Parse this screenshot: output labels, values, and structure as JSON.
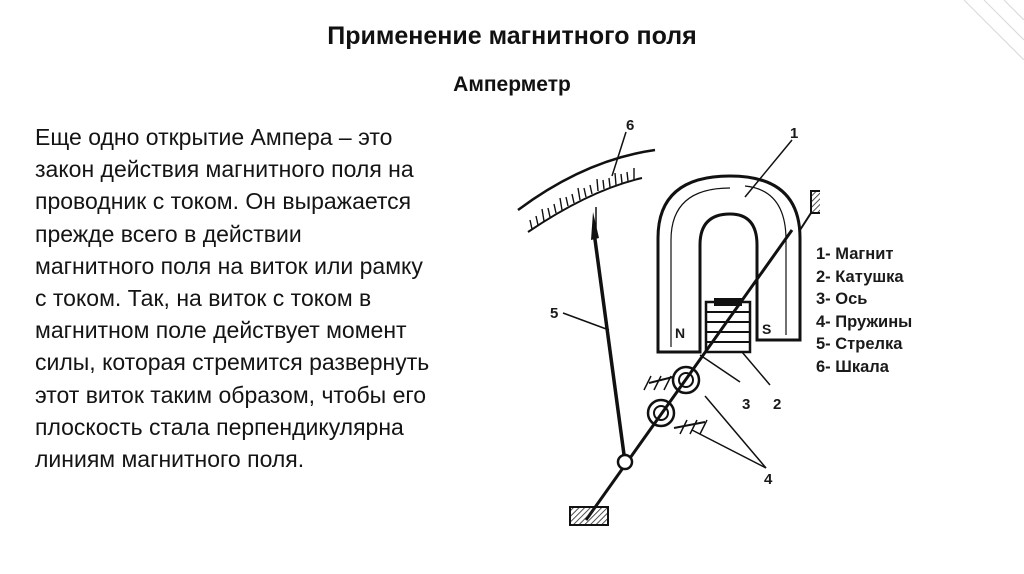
{
  "slide": {
    "title": "Применение магнитного поля",
    "subtitle": "Амперметр",
    "body_lines": [
      "Еще одно открытие Ампера – это",
      "закон действия магнитного поля на",
      "проводник с током. Он выражается",
      "прежде всего в действии",
      "магнитного поля на виток или рамку",
      "с током. Так, на виток с током в",
      "магнитном поле действует момент",
      "силы, которая стремится развернуть",
      "этот виток таким образом, чтобы его",
      "плоскость стала перпендикулярна",
      "линиям магнитного поля."
    ]
  },
  "figure": {
    "callouts": [
      "1",
      "2",
      "3",
      "4",
      "5",
      "6"
    ],
    "pole_labels": [
      "N",
      "S"
    ],
    "legend": [
      "1- Магнит",
      "2- Катушка",
      "3- Ось",
      "4- Пружины",
      "5- Стрелка",
      "6- Шкала"
    ]
  }
}
